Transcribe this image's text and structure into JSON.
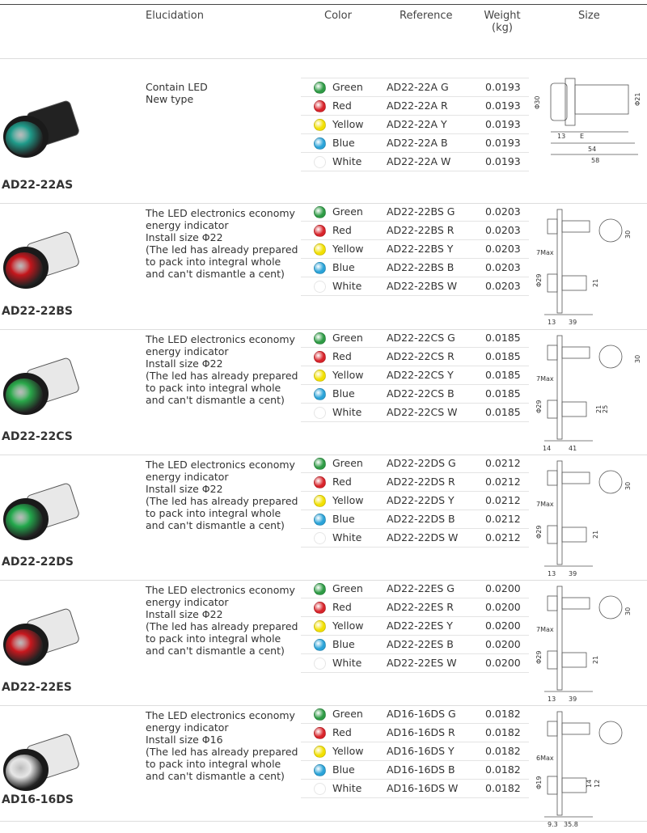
{
  "header": {
    "elucidation": "Elucidation",
    "color": "Color",
    "reference": "Reference",
    "weight_line1": "Weight",
    "weight_line2": "(kg)",
    "size": "Size"
  },
  "colors": {
    "Green": "#2e9b45",
    "Red": "#d8232a",
    "Yellow": "#f2e000",
    "Blue": "#2aa3d8",
    "White": "#ffffff"
  },
  "products": [
    {
      "name": "AD22-22AS",
      "lens_color": "#1f9b8a",
      "description": [
        "Contain LED",
        "New type"
      ],
      "variants": [
        {
          "color": "Green",
          "ref": "AD22-22A G",
          "weight": "0.0193"
        },
        {
          "color": "Red",
          "ref": "AD22-22A R",
          "weight": "0.0193"
        },
        {
          "color": "Yellow",
          "ref": "AD22-22A Y",
          "weight": "0.0193"
        },
        {
          "color": "Blue",
          "ref": "AD22-22A B",
          "weight": "0.0193"
        },
        {
          "color": "White",
          "ref": "AD22-22A W",
          "weight": "0.0193"
        }
      ],
      "dims": [
        "Φ30",
        "Φ21",
        "13",
        "E",
        "54",
        "58"
      ]
    },
    {
      "name": "AD22-22BS",
      "lens_color": "#c4161c",
      "description": [
        "The LED electronics economy",
        "energy indicator",
        "Install size Φ22",
        "(The led has already prepared",
        "to pack into integral whole",
        "and can't dismantle a cent)"
      ],
      "variants": [
        {
          "color": "Green",
          "ref": "AD22-22BS G",
          "weight": "0.0203"
        },
        {
          "color": "Red",
          "ref": "AD22-22BS R",
          "weight": "0.0203"
        },
        {
          "color": "Yellow",
          "ref": "AD22-22BS Y",
          "weight": "0.0203"
        },
        {
          "color": "Blue",
          "ref": "AD22-22BS B",
          "weight": "0.0203"
        },
        {
          "color": "White",
          "ref": "AD22-22BS W",
          "weight": "0.0203"
        }
      ],
      "dims": [
        "30",
        "7Max",
        "Φ29",
        "21",
        "13",
        "39"
      ]
    },
    {
      "name": "AD22-22CS",
      "lens_color": "#2aa84a",
      "description": [
        "The LED electronics economy",
        "energy indicator",
        "Install size Φ22",
        "(The led has already prepared",
        "to pack into integral whole",
        "and can't dismantle a cent)"
      ],
      "variants": [
        {
          "color": "Green",
          "ref": "AD22-22CS G",
          "weight": "0.0185"
        },
        {
          "color": "Red",
          "ref": "AD22-22CS R",
          "weight": "0.0185"
        },
        {
          "color": "Yellow",
          "ref": "AD22-22CS Y",
          "weight": "0.0185"
        },
        {
          "color": "Blue",
          "ref": "AD22-22CS B",
          "weight": "0.0185"
        },
        {
          "color": "White",
          "ref": "AD22-22CS W",
          "weight": "0.0185"
        }
      ],
      "dims": [
        "30",
        "7Max",
        "Φ29",
        "21",
        "25",
        "14",
        "41"
      ]
    },
    {
      "name": "AD22-22DS",
      "lens_color": "#23a84c",
      "description": [
        "The LED electronics economy",
        "energy indicator",
        "Install size Φ22",
        "(The led has already prepared",
        "to pack into integral whole",
        "and can't dismantle a cent)"
      ],
      "variants": [
        {
          "color": "Green",
          "ref": "AD22-22DS G",
          "weight": "0.0212"
        },
        {
          "color": "Red",
          "ref": "AD22-22DS R",
          "weight": "0.0212"
        },
        {
          "color": "Yellow",
          "ref": "AD22-22DS Y",
          "weight": "0.0212"
        },
        {
          "color": "Blue",
          "ref": "AD22-22DS B",
          "weight": "0.0212"
        },
        {
          "color": "White",
          "ref": "AD22-22DS W",
          "weight": "0.0212"
        }
      ],
      "dims": [
        "30",
        "7Max",
        "Φ29",
        "21",
        "13",
        "39"
      ]
    },
    {
      "name": "AD22-22ES",
      "lens_color": "#c8181e",
      "description": [
        "The LED electronics economy",
        "energy indicator",
        "Install size Φ22",
        "(The led has already prepared",
        "to pack into integral whole",
        "and can't dismantle a cent)"
      ],
      "variants": [
        {
          "color": "Green",
          "ref": "AD22-22ES G",
          "weight": "0.0200"
        },
        {
          "color": "Red",
          "ref": "AD22-22ES R",
          "weight": "0.0200"
        },
        {
          "color": "Yellow",
          "ref": "AD22-22ES Y",
          "weight": "0.0200"
        },
        {
          "color": "Blue",
          "ref": "AD22-22ES B",
          "weight": "0.0200"
        },
        {
          "color": "White",
          "ref": "AD22-22ES W",
          "weight": "0.0200"
        }
      ],
      "dims": [
        "30",
        "7Max",
        "Φ29",
        "21",
        "13",
        "39"
      ]
    },
    {
      "name": "AD16-16DS",
      "lens_color": "#e6e6e6",
      "description": [
        "The LED electronics economy",
        "energy indicator",
        "Install size Φ16",
        "(The led has already prepared",
        "to pack into integral whole",
        "and can't dismantle a cent)"
      ],
      "variants": [
        {
          "color": "Green",
          "ref": "AD16-16DS G",
          "weight": "0.0182"
        },
        {
          "color": "Red",
          "ref": "AD16-16DS R",
          "weight": "0.0182"
        },
        {
          "color": "Yellow",
          "ref": "AD16-16DS Y",
          "weight": "0.0182"
        },
        {
          "color": "Blue",
          "ref": "AD16-16DS B",
          "weight": "0.0182"
        },
        {
          "color": "White",
          "ref": "AD16-16DS W",
          "weight": "0.0182"
        }
      ],
      "dims": [
        "6Max",
        "Φ19",
        "14",
        "12",
        "9.3",
        "35.8"
      ]
    }
  ]
}
